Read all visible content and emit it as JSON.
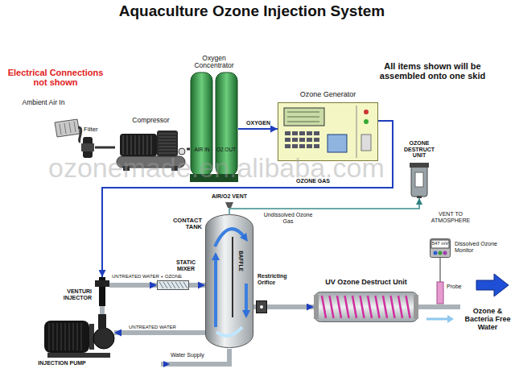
{
  "diagram": {
    "title": "Aquaculture Ozone Injection System",
    "nodes": [
      {
        "text": [
          "Filter"
        ]
      },
      {
        "text": [
          "Compressor"
        ]
      },
      {
        "text": [
          "Oxygen Concentrator",
          "AIR IN",
          "O2 OUT"
        ]
      },
      {
        "text": [
          "Ozone Generator"
        ]
      },
      {
        "text": [
          "OZONE DESTRUCT UNIT"
        ]
      },
      {
        "text": [
          "CONTACT TANK",
          "BAFFLE"
        ]
      },
      {
        "text": [
          "STATIC MIXER"
        ]
      },
      {
        "text": [
          "VENTURI INJECTOR"
        ]
      },
      {
        "text": [
          "INJECTION PUMP"
        ]
      },
      {
        "text": [
          "Restricting Orifice"
        ]
      },
      {
        "text": [
          "UV Ozone Destruct Unit"
        ]
      },
      {
        "text": [
          "547 mV",
          "Dissolved Ozone Monitor"
        ]
      }
    ],
    "edges": [
      {
        "from": 0,
        "to": 1,
        "arrow": "none"
      },
      {
        "from": 1,
        "to": 2,
        "arrow": "none"
      },
      {
        "from": 2,
        "to": 3,
        "label": "OXYGEN",
        "arrow": "to"
      },
      {
        "from": 3,
        "to": 7,
        "label": "OZONE GAS",
        "arrow": "to"
      },
      {
        "from": 5,
        "to": 4,
        "label": "Undissolved Ozone Gas",
        "arrow": "to"
      },
      {
        "from": 7,
        "to": 6,
        "label": "UNTREATED WATER + OZONE",
        "arrow": "to"
      },
      {
        "from": 6,
        "to": 5,
        "arrow": "to"
      },
      {
        "from": 8,
        "to": 7,
        "arrow": "none"
      },
      {
        "from": 5,
        "to": 8,
        "label": "UNTREATED WATER",
        "arrow": "to"
      },
      {
        "from": 5,
        "to": 9,
        "arrow": "none"
      },
      {
        "from": 9,
        "to": 10,
        "arrow": "to"
      }
    ],
    "labels": [
      "Electrical Connections not shown",
      "All items shown will be assembled onto one skid",
      "Ambient Air In",
      "AIR/O2 VENT",
      "VENT TO ATMOSPHERE",
      "Water Supply",
      "Probe",
      "Ozone & Bacteria Free Water",
      "ozonemade.en.alibaba.com"
    ]
  }
}
